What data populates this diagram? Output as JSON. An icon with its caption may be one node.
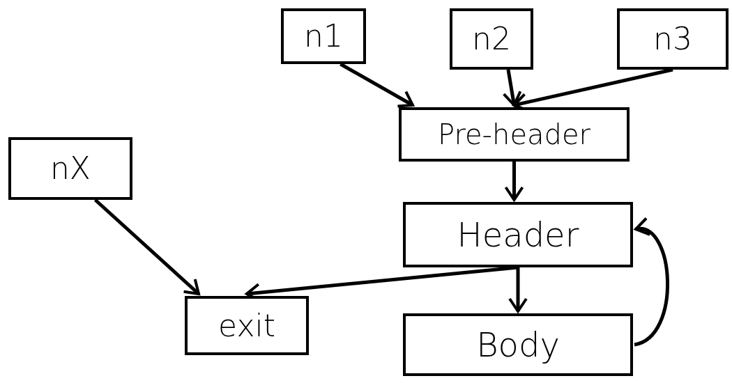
{
  "diagram": {
    "nodes": [
      {
        "text": [
          "n1"
        ]
      },
      {
        "text": [
          "n2"
        ]
      },
      {
        "text": [
          "n3"
        ]
      },
      {
        "text": [
          "Pre-header"
        ]
      },
      {
        "text": [
          "nX"
        ]
      },
      {
        "text": [
          "Header"
        ]
      },
      {
        "text": [
          "exit"
        ]
      },
      {
        "text": [
          "Body"
        ]
      }
    ],
    "edges": [
      {
        "from": 0,
        "to": 3,
        "arrow": "to"
      },
      {
        "from": 1,
        "to": 3,
        "arrow": "to"
      },
      {
        "from": 2,
        "to": 3,
        "arrow": "to"
      },
      {
        "from": 3,
        "to": 5,
        "arrow": "to"
      },
      {
        "from": 5,
        "to": 7,
        "arrow": "to"
      },
      {
        "from": 5,
        "to": 6,
        "arrow": "to"
      },
      {
        "from": 4,
        "to": 6,
        "arrow": "to"
      },
      {
        "from": 7,
        "to": 5,
        "arrow": "to"
      }
    ]
  }
}
